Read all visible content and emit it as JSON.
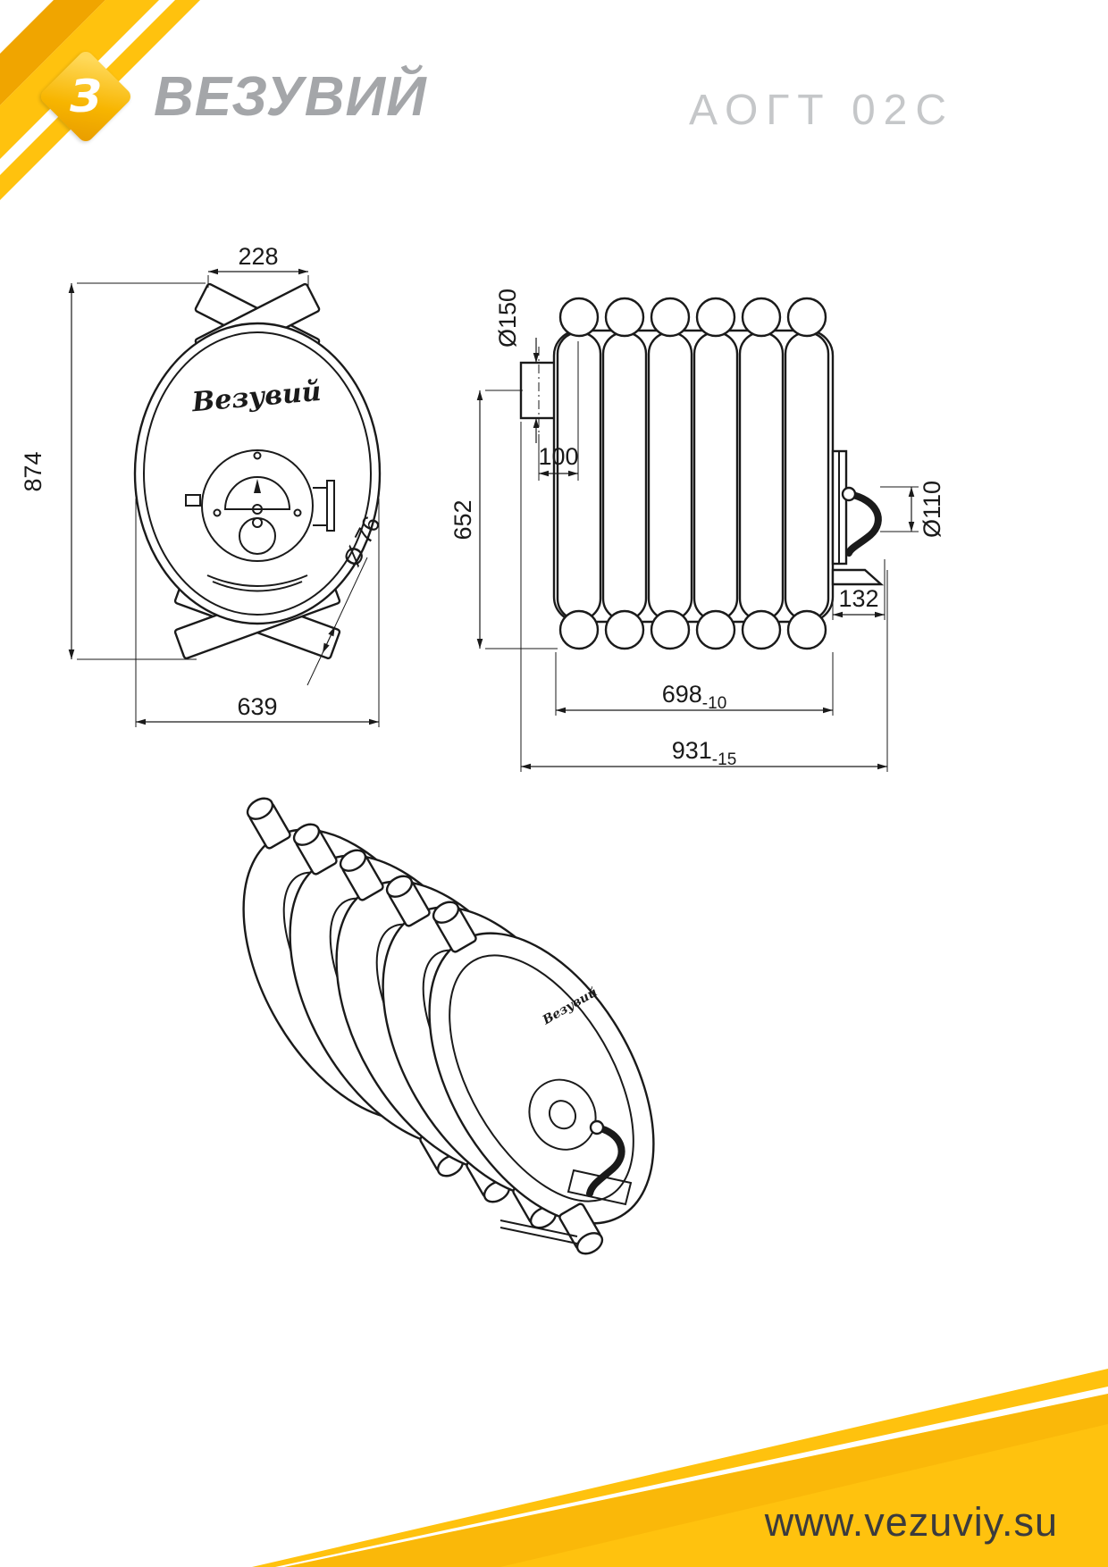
{
  "brand": {
    "name": "ВЕЗУВИЙ",
    "mark": "З"
  },
  "model": "АОГТ 02С",
  "website": "www.vezuviy.su",
  "colors": {
    "accent": "#FFC20E",
    "accent_deep": "#F0A500",
    "brand_gray": "#A4A6A9",
    "model_gray": "#C5C7C9",
    "line": "#1A1A1A"
  },
  "front_view": {
    "script_logo": "Везувий",
    "dim_top_width": "228",
    "dim_height": "874",
    "dim_bottom_width": "639",
    "dim_pipe_diameter": "Ø 76"
  },
  "side_view": {
    "dim_chimney_diameter": "Ø150",
    "dim_chimney_offset": "100",
    "dim_height_to_axis": "652",
    "dim_body_width": "698",
    "dim_body_width_tol": "-10",
    "dim_overall_width": "931",
    "dim_overall_width_tol": "-15",
    "dim_outlet_diameter": "Ø110",
    "dim_handle_offset": "132"
  }
}
